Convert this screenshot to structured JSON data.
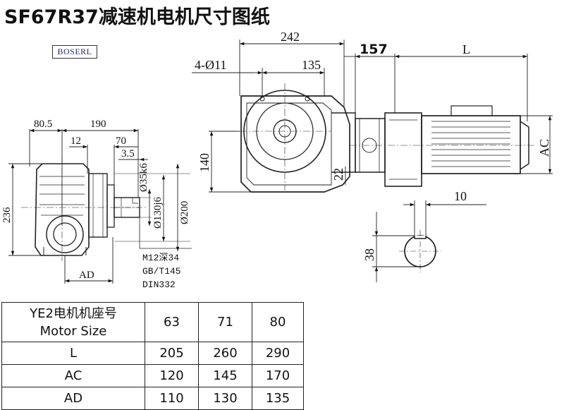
{
  "title": "SF67R37减速机电机尺寸图纸",
  "logo_text": "BOSERL",
  "side_view": {
    "dims": {
      "d_80_5": "80.5",
      "d_190": "190",
      "d_12": "12",
      "d_70": "70",
      "d_3_5": "3.5",
      "d_236": "236",
      "d_35": "Ø35k6",
      "d_130": "Ø130j6",
      "d_200": "Ø200",
      "d_AD": "AD"
    },
    "notes": [
      "M12深34",
      "GB/T145",
      "DIN332"
    ]
  },
  "front_view": {
    "dims": {
      "d_242": "242",
      "d_4_11": "4-Ø11",
      "d_135": "135",
      "d_157": "157",
      "d_L": "L",
      "d_140": "140",
      "d_22": "22",
      "d_AC": "AC"
    }
  },
  "shaft_section": {
    "dims": {
      "d_10": "10",
      "d_38": "38"
    }
  },
  "table": {
    "header_label_line1": "YE2电机机座号",
    "header_label_line2": "Motor Size",
    "sizes": [
      "63",
      "71",
      "80"
    ],
    "rows": [
      {
        "label": "L",
        "values": [
          "205",
          "260",
          "290"
        ]
      },
      {
        "label": "AC",
        "values": [
          "120",
          "145",
          "170"
        ]
      },
      {
        "label": "AD",
        "values": [
          "110",
          "130",
          "135"
        ]
      }
    ]
  }
}
